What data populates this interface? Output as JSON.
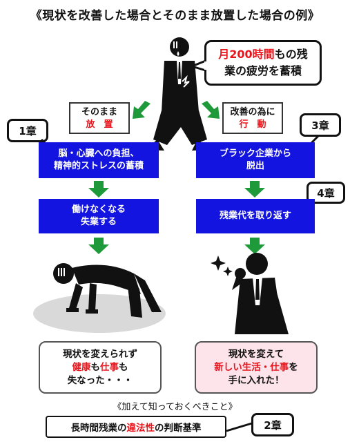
{
  "title": "《現状を改善した場合とそのまま放置した場合の例》",
  "top_callout": {
    "red_part": "月200時間",
    "part1_rest": "もの残",
    "line2": "業の疲労を蓄積"
  },
  "left_choice": {
    "line1": "そのまま",
    "line2": "放　置"
  },
  "right_choice": {
    "line1": "改善の為に",
    "line2": "行　動"
  },
  "chapter_tags": {
    "ch1": "1章",
    "ch2": "2章",
    "ch3": "3章",
    "ch4": "4章"
  },
  "left_flow": {
    "box1_line1": "脳・心臓への負担、",
    "box1_line2": "精神的ストレスの蓄積",
    "box2_line1": "働けなくなる",
    "box2_line2": "失業する"
  },
  "right_flow": {
    "box1_line1": "ブラック企業から",
    "box1_line2": "脱出",
    "box2_line1": "残業代を取り返す"
  },
  "left_result": {
    "line1": "現状を変えられず",
    "health": "健康",
    "mo1": "も",
    "work": "仕事",
    "mo2": "も",
    "line3": "失なった・・・"
  },
  "right_result": {
    "line1": "現状を変えて",
    "red_line": "新しい生活・仕事",
    "wo": "を",
    "line3": "手に入れた！"
  },
  "subtitle": "《加えて知っておくべきこと》",
  "bottom_box": {
    "pre": "長時間残業の",
    "red": "違法性",
    "post": "の判断基準"
  },
  "colors": {
    "blue": "#1414e0",
    "green": "#1e9a3a",
    "red": "#e8141b",
    "left_result_bg": "#e6e6e6",
    "right_result_bg": "#fde3ea"
  }
}
